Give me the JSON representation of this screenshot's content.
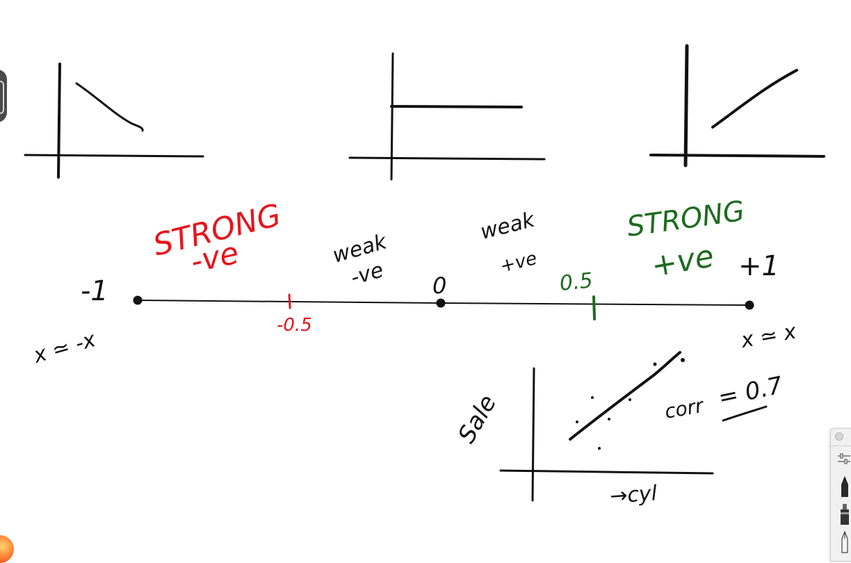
{
  "scale": {
    "left_end": "-1",
    "right_end": "+1",
    "center": "0",
    "neg_mark": "-0.5",
    "pos_mark": "0.5",
    "left_note": "x ≃ -x",
    "right_note": "x ≃ x"
  },
  "zones": {
    "strong_neg_line1": "STRONG",
    "strong_neg_line2": "-ve",
    "weak_neg_line1": "weak",
    "weak_neg_line2": "-ve",
    "weak_pos_line1": "weak",
    "weak_pos_line2": "+ve",
    "strong_pos_line1": "STRONG",
    "strong_pos_line2": "+ve"
  },
  "example": {
    "y_axis": "Sale",
    "x_axis": "→cyl",
    "corr_label": "corr",
    "corr_value": "= 0.7"
  },
  "colors": {
    "ink": "#111111",
    "negative": "#e8141c",
    "positive": "#1d6b1f"
  },
  "icons": {
    "left_tab": "app-tab-icon",
    "orb": "app-orb-icon",
    "palette_close": "close-dot-icon",
    "tools": [
      "sliders-icon",
      "pencil-icon",
      "marker-icon",
      "pen-icon"
    ]
  }
}
